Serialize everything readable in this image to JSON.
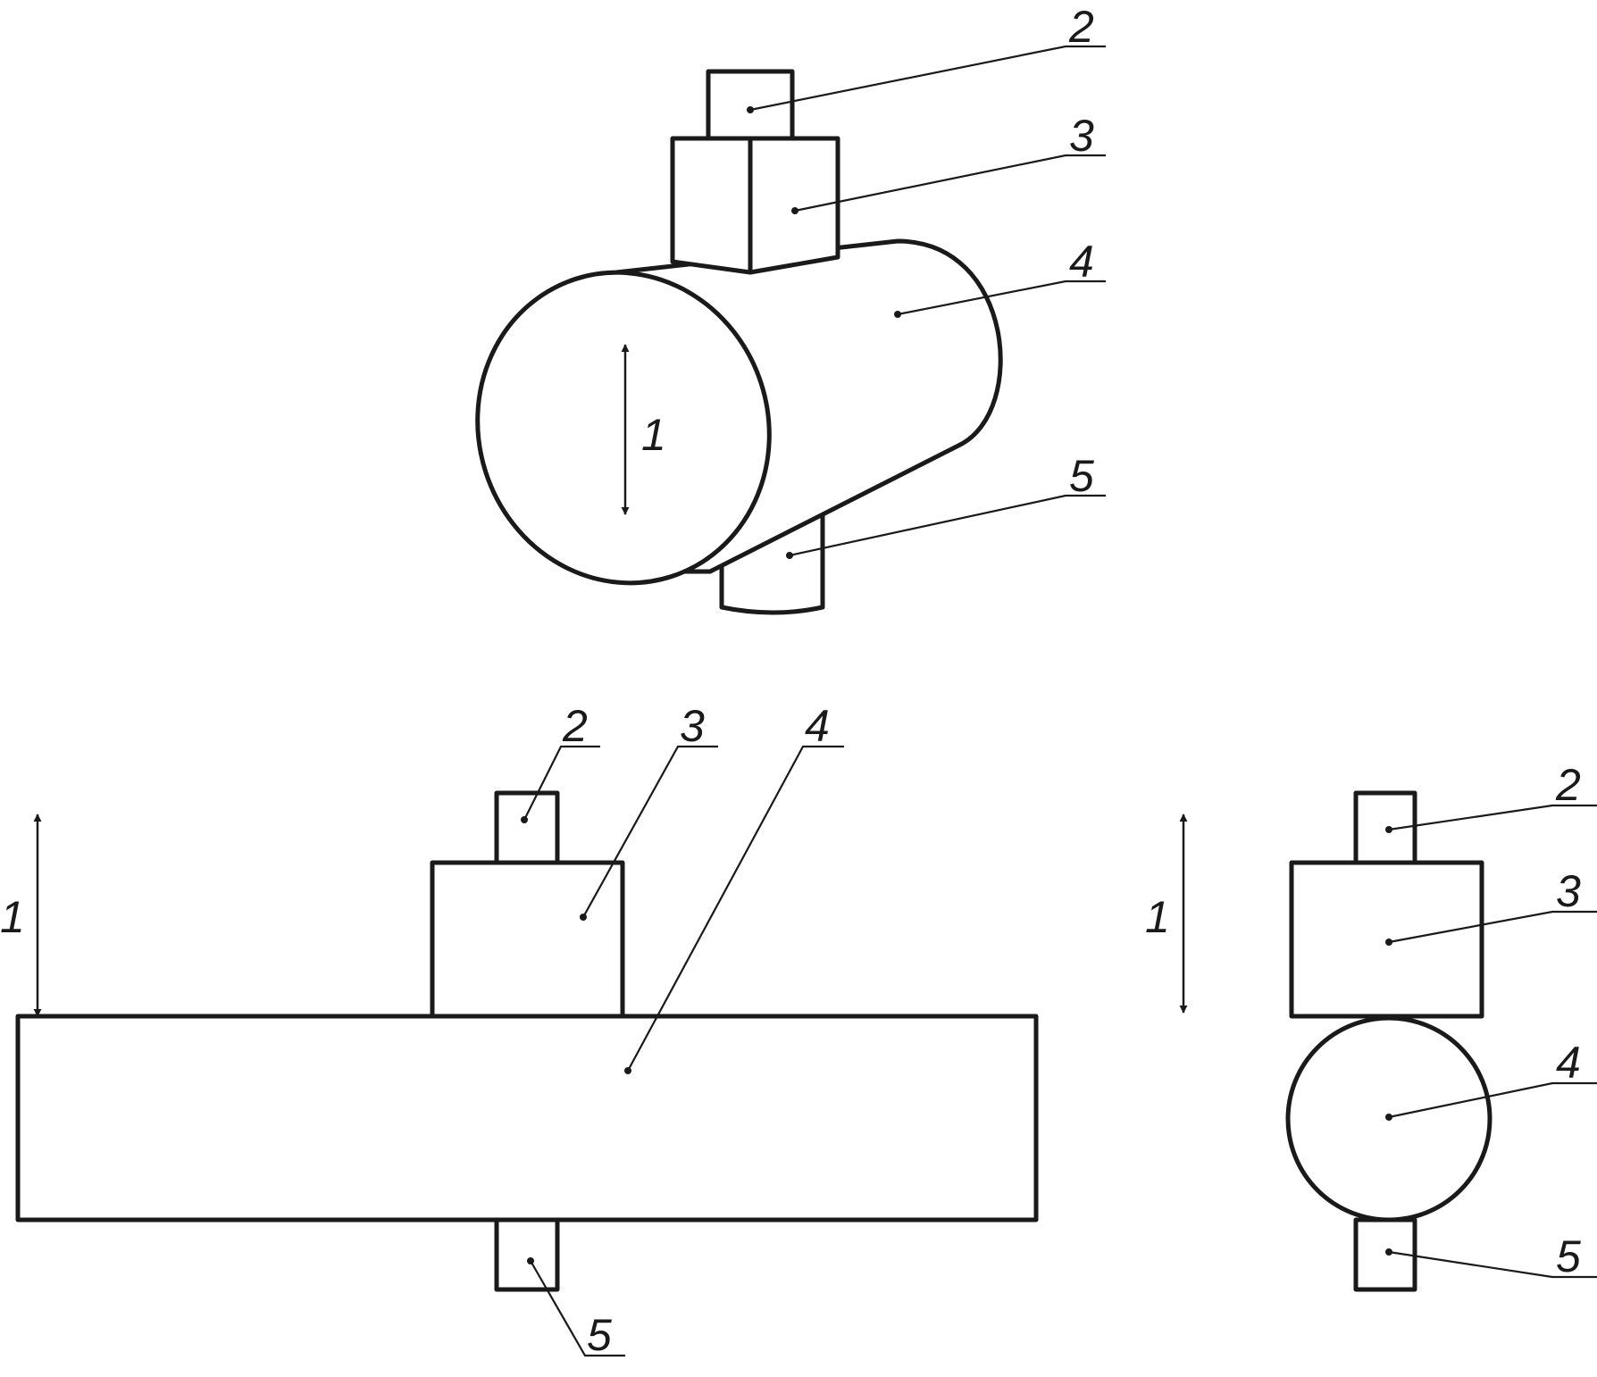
{
  "palette": {
    "stroke": "#1a1a1a",
    "background": "#ffffff"
  },
  "views": {
    "isometric": {
      "labels": {
        "direction": "1",
        "part2": "2",
        "part3": "3",
        "part4": "4",
        "part5": "5"
      }
    },
    "front": {
      "labels": {
        "direction": "1",
        "part2": "2",
        "part3": "3",
        "part4": "4",
        "part5": "5"
      }
    },
    "side": {
      "labels": {
        "direction": "1",
        "part2": "2",
        "part3": "3",
        "part4": "4",
        "part5": "5"
      }
    }
  }
}
